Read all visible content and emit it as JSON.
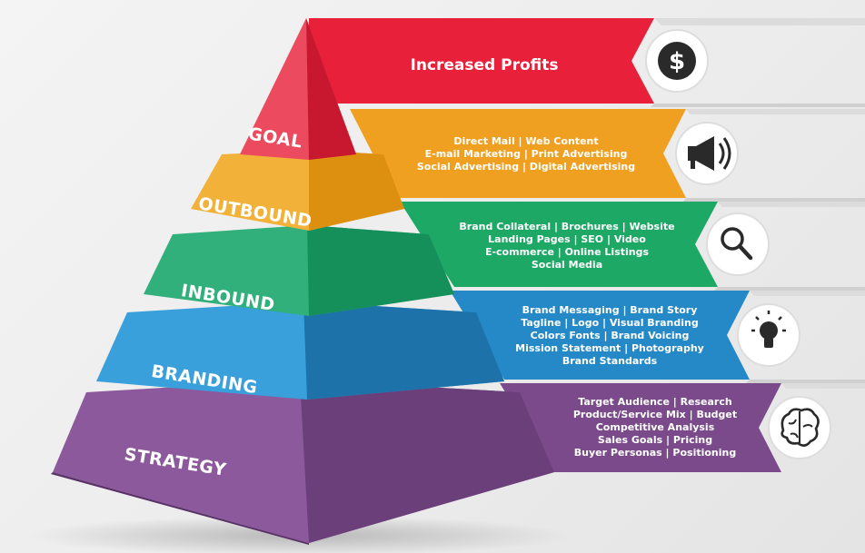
{
  "layers": [
    {
      "label": "GOAL",
      "color": "#e8203a",
      "icon": "dollar-icon",
      "title": "Increased Profits",
      "lines": []
    },
    {
      "label": "OUTBOUND",
      "color": "#f0a020",
      "icon": "megaphone-icon",
      "lines": [
        "Direct Mail  |  Web Content",
        "E-mail Marketing  |  Print Advertising",
        "Social Advertising  |  Digital Advertising"
      ]
    },
    {
      "label": "INBOUND",
      "color": "#1ea866",
      "icon": "magnifier-icon",
      "lines": [
        "Brand Collateral  |  Brochures  |  Website",
        "Landing Pages  |  SEO  |  Video",
        "E-commerce  |  Online Listings",
        "Social Media"
      ]
    },
    {
      "label": "BRANDING",
      "color": "#2589c8",
      "icon": "lightbulb-icon",
      "lines": [
        "Brand Messaging  |  Brand Story",
        "Tagline  |  Logo  |  Visual Branding",
        "Colors Fonts  |  Brand Voicing",
        "Mission Statement  |  Photography",
        "Brand Standards"
      ]
    },
    {
      "label": "STRATEGY",
      "color": "#7a4a8a",
      "icon": "brain-icon",
      "lines": [
        "Target Audience  |  Research",
        "Product/Service Mix  |  Budget",
        "Competitive Analysis",
        "Sales Goals  |  Pricing",
        "Buyer Personas  |  Positioning"
      ]
    }
  ]
}
